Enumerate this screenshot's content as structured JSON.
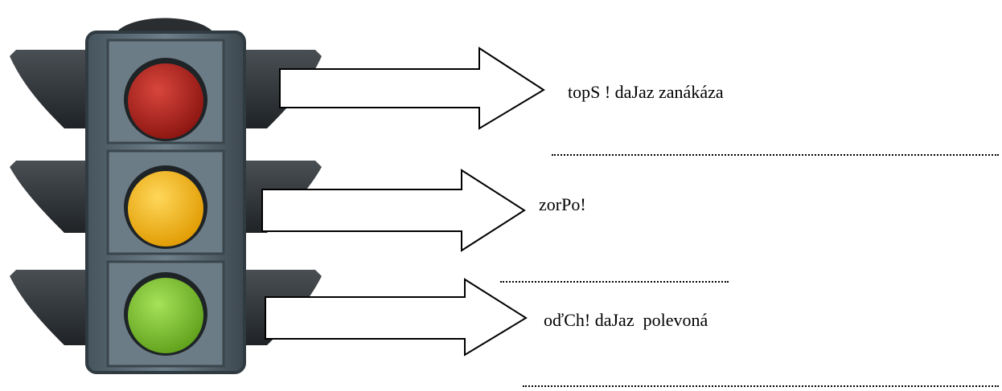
{
  "worksheet": {
    "lights": [
      {
        "color": "red",
        "caption": "topS ! daJaz zanákáza",
        "fill": "#b01f1a"
      },
      {
        "color": "yellow",
        "caption": "zorPo!",
        "fill": "#f5b400"
      },
      {
        "color": "green",
        "caption": "oďCh! daJaz  polevoná",
        "fill": "#7ec42c"
      }
    ],
    "colors": {
      "housing": "#5d6e79",
      "housing_dark": "#2f3a41",
      "visor": "#2b2f33",
      "arrow_stroke": "#000000",
      "arrow_fill": "#ffffff"
    }
  }
}
